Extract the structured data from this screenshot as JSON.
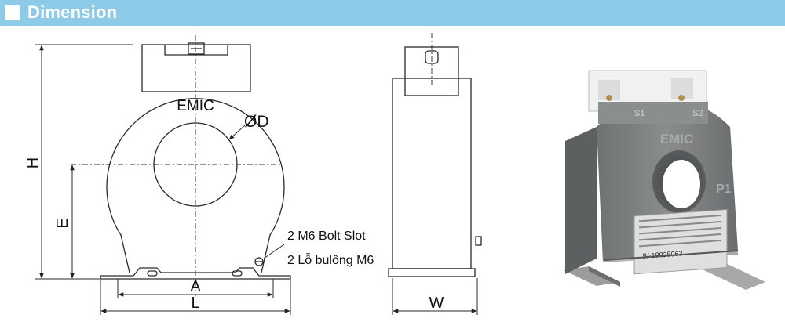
{
  "header": {
    "title": "Dimension"
  },
  "front_view": {
    "brand": "EMIC",
    "diameter_label": "ØD",
    "height_label": "H",
    "center_height_label": "E",
    "mount_spacing_label": "A",
    "length_label": "L",
    "bolt_slot_en": "2 M6 Bolt Slot",
    "bolt_slot_vi": "2 Lỗ bulông M6"
  },
  "side_view": {
    "width_label": "W"
  },
  "photo": {
    "brand": "EMIC",
    "primary_marking": "P1",
    "terminal_s1": "S1",
    "terminal_s2": "S2",
    "serial": "S/-19025063"
  },
  "colors": {
    "header_bg": "#8ecbe8",
    "header_text": "#ffffff",
    "line": "#2a2a2a",
    "body_gray": "#7c7f80"
  }
}
